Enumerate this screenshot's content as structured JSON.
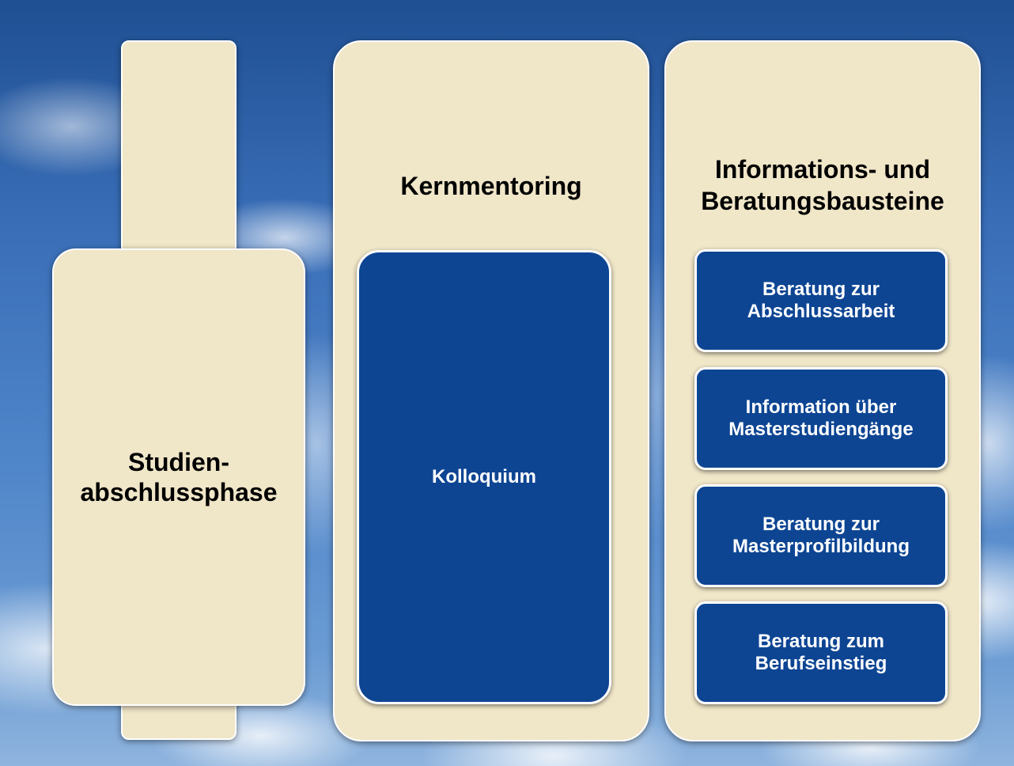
{
  "phase": {
    "label_line1": "Studien-",
    "label_line2": "abschlussphase"
  },
  "core_mentoring": {
    "title": "Kernmentoring",
    "item": "Kolloquium"
  },
  "info_modules": {
    "title_line1": "Informations- und",
    "title_line2": "Beratungsbausteine",
    "items": [
      {
        "line1": "Beratung zur",
        "line2": "Abschlussarbeit"
      },
      {
        "line1": "Information über",
        "line2": "Masterstudiengänge"
      },
      {
        "line1": "Beratung zur",
        "line2": "Masterprofilbildung"
      },
      {
        "line1": "Beratung zum",
        "line2": "Berufseinstieg"
      }
    ]
  },
  "colors": {
    "panel": "#f0e6c8",
    "box": "#0d4593",
    "border": "#ffffff",
    "sky": "#3a6fb8"
  }
}
